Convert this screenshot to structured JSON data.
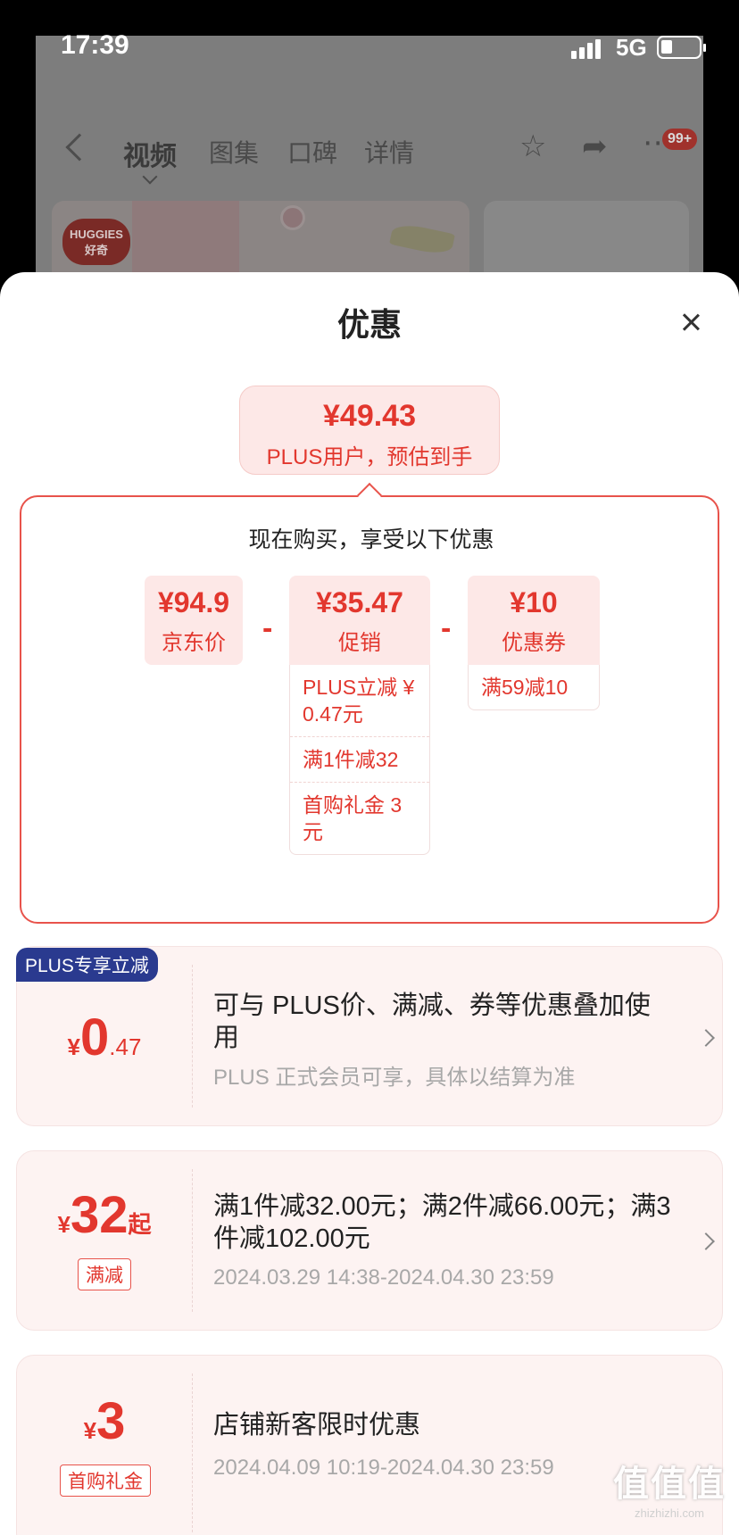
{
  "status_bar": {
    "time": "17:39",
    "network": "5G"
  },
  "nav": {
    "tabs": [
      "视频",
      "图集",
      "口碑",
      "详情"
    ],
    "badge": "99+",
    "brand": "HUGGIES 好奇"
  },
  "sheet": {
    "title": "优惠",
    "estimate": {
      "price": "¥49.43",
      "label": "PLUS用户，预估到手"
    },
    "calc_heading": "现在购买，享受以下优惠",
    "price_items": [
      {
        "amount": "¥94.9",
        "label": "京东价"
      },
      {
        "amount": "¥35.47",
        "label": "促销"
      },
      {
        "amount": "¥10",
        "label": "优惠券"
      }
    ],
    "minus_sign": "-",
    "promo_details": [
      "PLUS立减 ¥ 0.47元",
      "满1件减32",
      "首购礼金 3元"
    ],
    "coupon_details": [
      "满59减10"
    ]
  },
  "offers": [
    {
      "badge": "PLUS专享立减",
      "currency": "¥",
      "amount_int": "0",
      "amount_dec": ".47",
      "title": "可与 PLUS价、满减、券等优惠叠加使用",
      "subtitle": "PLUS 正式会员可享，具体以结算为准"
    },
    {
      "currency": "¥",
      "amount_int": "32",
      "amount_suffix": "起",
      "tag": "满减",
      "title": "满1件减32.00元；满2件减66.00元；满3件减102.00元",
      "subtitle": "2024.03.29 14:38-2024.04.30 23:59"
    },
    {
      "currency": "¥",
      "amount_int": "3",
      "tag": "首购礼金",
      "title": "店铺新客限时优惠",
      "subtitle": "2024.04.09 10:19-2024.04.30 23:59"
    }
  ],
  "watermark": {
    "logo": "值值值",
    "url": "zhizhizhi.com"
  },
  "colors": {
    "accent": "#e2372e",
    "plus_badge": "#2a3a8f",
    "card_bg": "#fdf3f2"
  }
}
